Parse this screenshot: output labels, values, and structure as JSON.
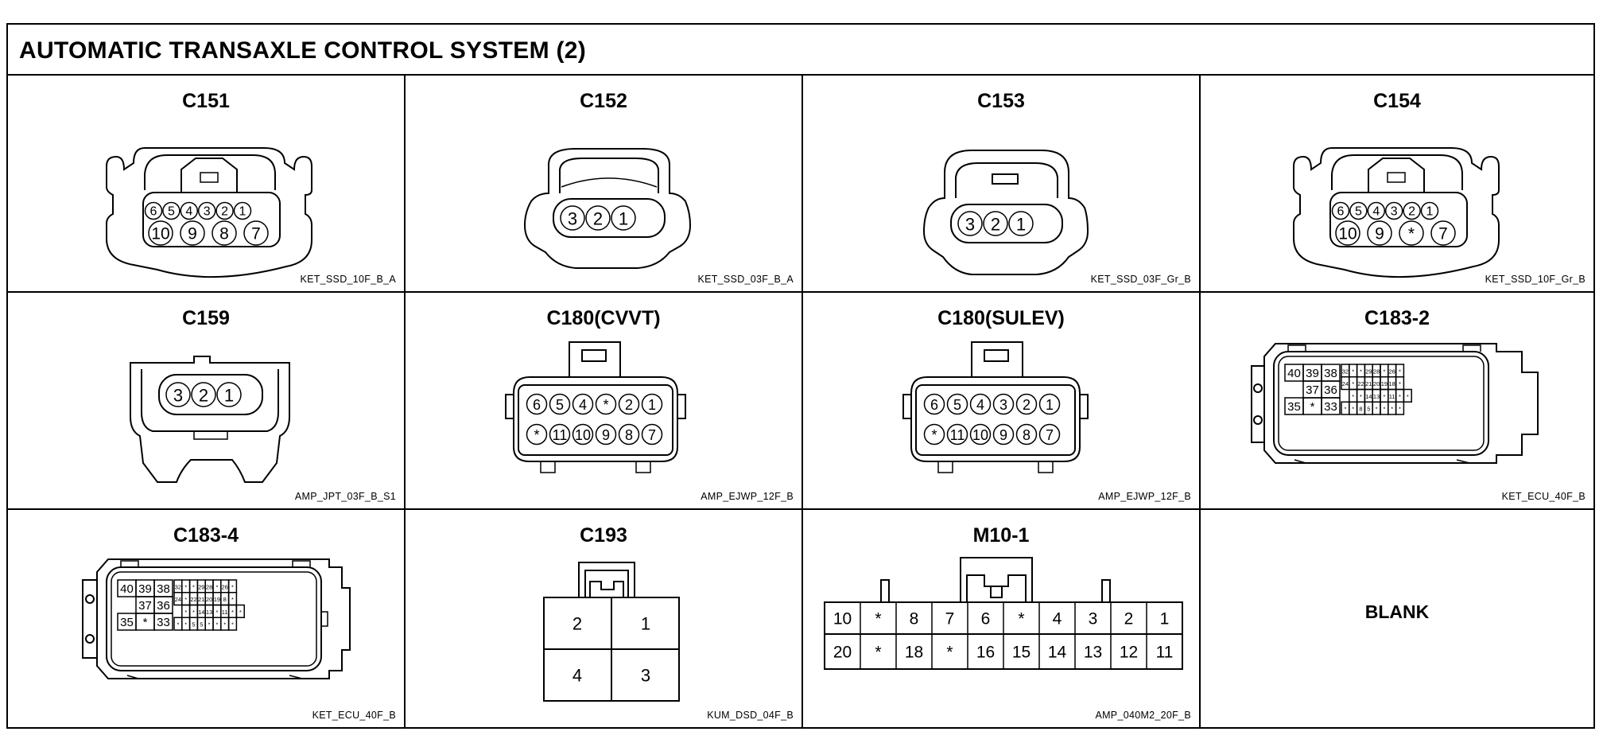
{
  "title": "AUTOMATIC TRANSAXLE CONTROL SYSTEM (2)",
  "connectors": [
    {
      "name": "C151",
      "code": "KET_SSD_10F_B_A",
      "pins": {
        "top": [
          "6",
          "5",
          "4",
          "3",
          "2",
          "1"
        ],
        "bottom": [
          "10",
          "9",
          "8",
          "7"
        ]
      }
    },
    {
      "name": "C152",
      "code": "KET_SSD_03F_B_A",
      "pins": {
        "row": [
          "3",
          "2",
          "1"
        ]
      }
    },
    {
      "name": "C153",
      "code": "KET_SSD_03F_Gr_B",
      "pins": {
        "row": [
          "3",
          "2",
          "1"
        ]
      }
    },
    {
      "name": "C154",
      "code": "KET_SSD_10F_Gr_B",
      "pins": {
        "top": [
          "6",
          "5",
          "4",
          "3",
          "2",
          "1"
        ],
        "bottom": [
          "10",
          "9",
          "*",
          "7"
        ]
      }
    },
    {
      "name": "C159",
      "code": "AMP_JPT_03F_B_S1",
      "pins": {
        "row": [
          "3",
          "2",
          "1"
        ]
      }
    },
    {
      "name": "C180(CVVT)",
      "code": "AMP_EJWP_12F_B",
      "pins": {
        "top": [
          "6",
          "5",
          "4",
          "*",
          "2",
          "1"
        ],
        "bottom": [
          "*",
          "11",
          "10",
          "9",
          "8",
          "7"
        ]
      }
    },
    {
      "name": "C180(SULEV)",
      "code": "AMP_EJWP_12F_B",
      "pins": {
        "top": [
          "6",
          "5",
          "4",
          "3",
          "2",
          "1"
        ],
        "bottom": [
          "*",
          "11",
          "10",
          "9",
          "8",
          "7"
        ]
      }
    },
    {
      "name": "C183-2",
      "code": "KET_ECU_40F_B",
      "pins": {
        "big_rows": [
          [
            "40",
            "39",
            "38"
          ],
          [
            "",
            "37",
            "36"
          ],
          [
            "35",
            "*",
            "33"
          ]
        ],
        "small_rows": [
          [
            "32",
            "*",
            "*",
            "29",
            "28",
            "*",
            "26",
            "*"
          ],
          [
            "24",
            "*",
            "22",
            "21",
            "20",
            "19",
            "18",
            "*"
          ],
          [
            "",
            "*",
            "*",
            "14",
            "13",
            "*",
            "11",
            "*",
            "*"
          ],
          [
            "*",
            "*",
            "8",
            "5",
            "*",
            "*",
            "*",
            "*"
          ]
        ]
      }
    },
    {
      "name": "C183-4",
      "code": "KET_ECU_40F_B",
      "pins": {
        "big_rows": [
          [
            "40",
            "39",
            "38"
          ],
          [
            "",
            "37",
            "36"
          ],
          [
            "35",
            "*",
            "33"
          ]
        ],
        "small_rows": [
          [
            "32",
            "*",
            "*",
            "29",
            "28",
            "*",
            "26",
            "*"
          ],
          [
            "24",
            "*",
            "22",
            "21",
            "20",
            "19",
            "8",
            "*"
          ],
          [
            "",
            "*",
            "*",
            "14",
            "13",
            "*",
            "11",
            "*",
            "*"
          ],
          [
            "*",
            "*",
            "5",
            "5",
            "*",
            "*",
            "*",
            "*"
          ]
        ]
      }
    },
    {
      "name": "C193",
      "code": "KUM_DSD_04F_B",
      "pins": {
        "top": [
          "2",
          "1"
        ],
        "bottom": [
          "4",
          "3"
        ]
      }
    },
    {
      "name": "M10-1",
      "code": "AMP_040M2_20F_B",
      "pins": {
        "top": [
          "10",
          "*",
          "8",
          "7",
          "6",
          "*",
          "4",
          "3",
          "2",
          "1"
        ],
        "bottom": [
          "20",
          "*",
          "18",
          "*",
          "16",
          "15",
          "14",
          "13",
          "12",
          "11"
        ]
      }
    },
    {
      "name": "",
      "code": "",
      "blank": "BLANK"
    }
  ]
}
